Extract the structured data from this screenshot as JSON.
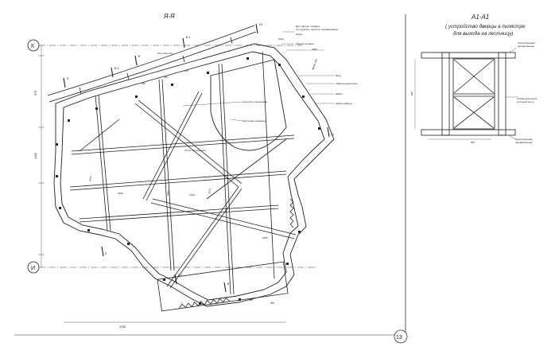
{
  "section_title": "Я-Я",
  "detail": {
    "title": "А1-А1",
    "subtitle_lines": [
      "( устройство дверцы в пилястре",
      "для выхода на лестницу)"
    ],
    "labels": {
      "top_guide": [
        "Существующая",
        "направляющая"
      ],
      "side_note": [
        "Стойка крепления",
        "угольный поток"
      ],
      "bottom_guide": [
        "Существующая",
        "направляющая"
      ],
      "dim_width": "660",
      "dim_height": "900"
    }
  },
  "axes": {
    "k": "К",
    "i": "И"
  },
  "sheet_number": "13",
  "cut_marks": [
    "В-1",
    "В-1",
    "В",
    "Е",
    "Е",
    "А1",
    "А1",
    "В-1",
    "В"
  ],
  "notes": {
    "profile": [
      "Доп. двутав. профиль",
      "яту-существ. горизонт. направляющих"
    ],
    "zazor": "Зазор",
    "ramnaya": "Рамная затяжка",
    "stoika": "Ось пилястры",
    "vkhod": "Вход",
    "sv_krep": "Сварное крепление",
    "zamok": "Замок",
    "karkas": "Каркас дверцы",
    "dver_obl": "Дверь обл.",
    "zap_limit": "заполнить шевронами",
    "lestnica": "Лестница-стремянка",
    "uzlovoe": "Узлов полоса/ними"
  },
  "dims": {
    "left_970": "970",
    "left_2492": "2492",
    "top_2630": "2630",
    "top_1590": "1590",
    "bottom_3750": "3750",
    "d_250a": "250",
    "d_250b": "250",
    "d_215": "215",
    "d_2440": "2440",
    "d_3300": "3300",
    "d_2730": "2730",
    "d_2470": "2470",
    "d_3390": "3390",
    "d_3250": "3250",
    "d_380": "380",
    "d_385": "385"
  }
}
